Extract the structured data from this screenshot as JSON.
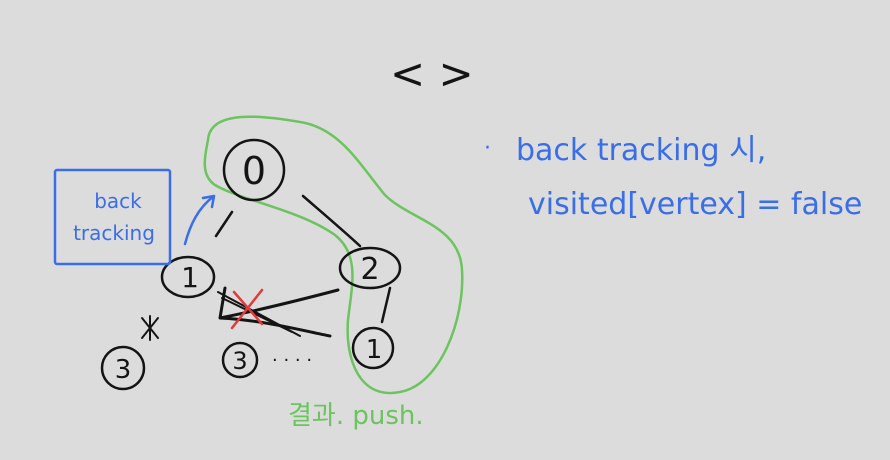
{
  "header": {
    "title": "< >"
  },
  "note": {
    "bullet": "·",
    "line1": "back tracking 시,",
    "line2": "visited[vertex] = false"
  },
  "box": {
    "line1": "back",
    "line2": "tracking"
  },
  "nodes": {
    "root": "0",
    "left": "1",
    "right": "2",
    "right_child": "1",
    "left_child_a": "3",
    "left_child_b": "3"
  },
  "ellipsis": "· · · ·",
  "caption": "결과. push.",
  "colors": {
    "background": "#dcdcdc",
    "ink": "#141414",
    "blue": "#3a6ee8",
    "green": "#6cc45e",
    "red": "#e23a3a"
  }
}
